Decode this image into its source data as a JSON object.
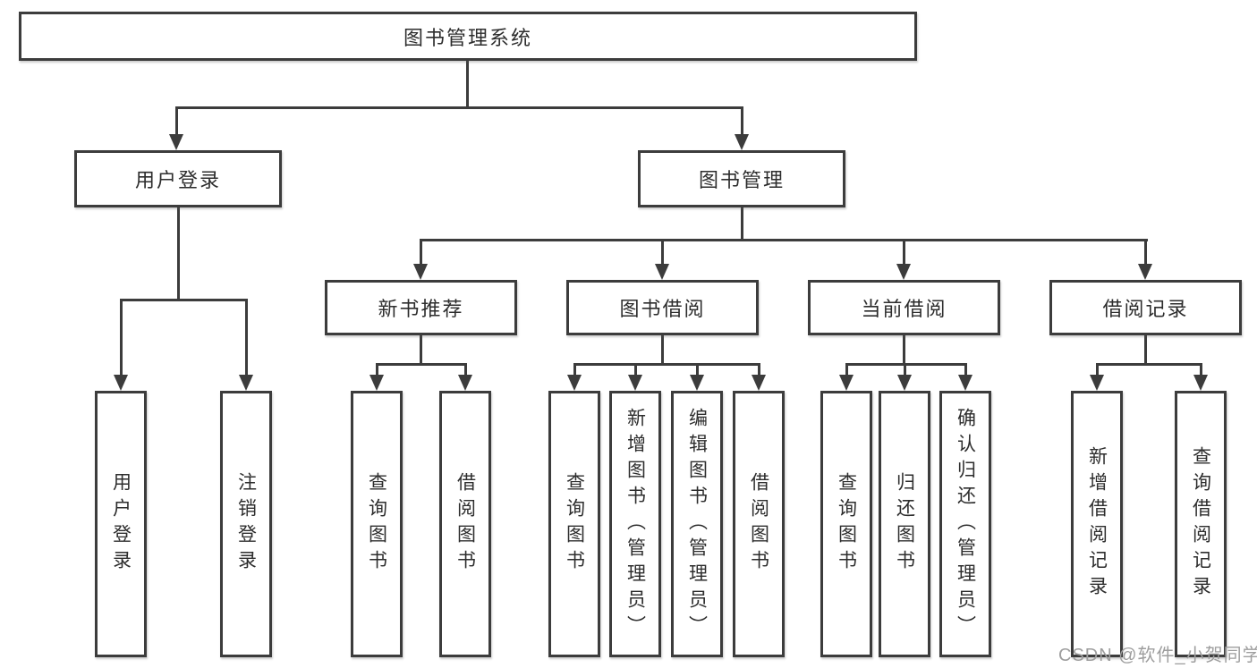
{
  "colors": {
    "line": "#3c3c3c",
    "text": "#2d2d2d",
    "background": "#ffffff",
    "watermark": "#9e9e9e"
  },
  "watermark": {
    "text": "CSDN @软件_小贺同学"
  },
  "tree": {
    "root": "图书管理系统",
    "branches": [
      {
        "label": "用户登录",
        "leaves": [
          "用户登录",
          "注销登录"
        ]
      },
      {
        "label": "图书管理",
        "groups": [
          {
            "label": "新书推荐",
            "leaves": [
              "查询图书",
              "借阅图书"
            ]
          },
          {
            "label": "图书借阅",
            "leaves": [
              "查询图书",
              "新增图书（管理员）",
              "编辑图书（管理员）",
              "借阅图书"
            ]
          },
          {
            "label": "当前借阅",
            "leaves": [
              "查询图书",
              "归还图书",
              "确认归还（管理员）"
            ]
          },
          {
            "label": "借阅记录",
            "leaves": [
              "新增借阅记录",
              "查询借阅记录"
            ]
          }
        ]
      }
    ]
  }
}
